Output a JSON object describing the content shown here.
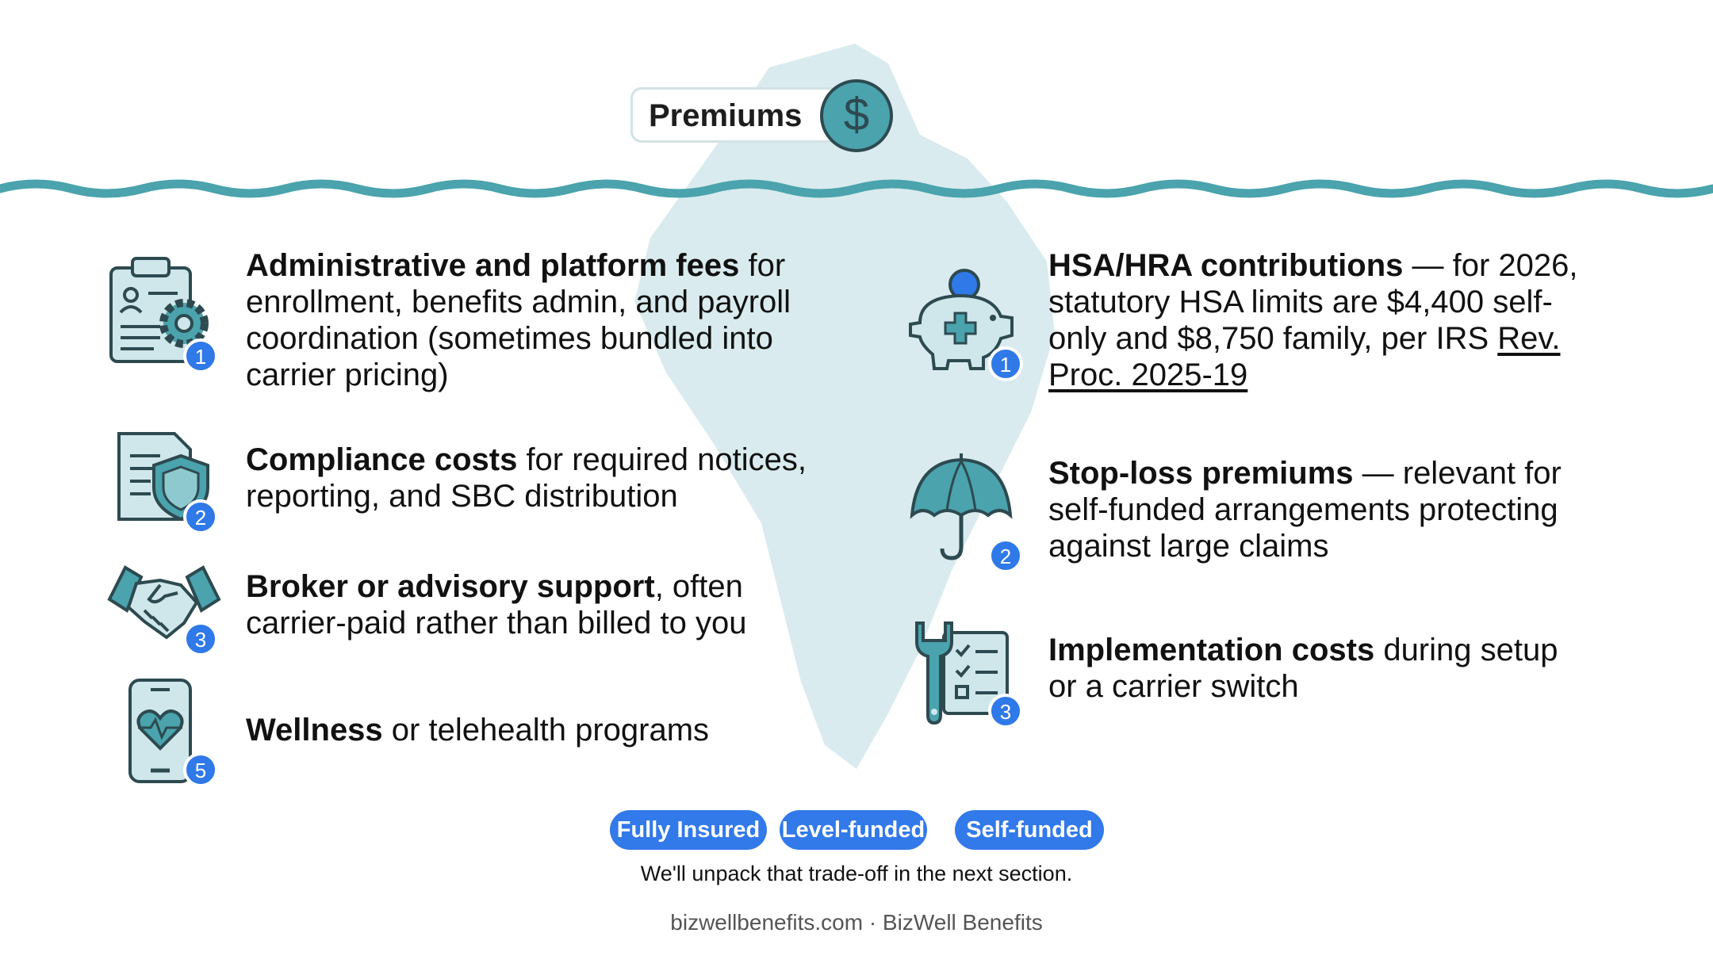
{
  "premiums": {
    "label": "Premiums",
    "icon": "dollar-icon"
  },
  "colors": {
    "teal": "#4aa3ad",
    "iceberg": "#d9ebee",
    "icon_dark": "#2d4a50",
    "badge": "#2f79e8",
    "pill": "#3279ea"
  },
  "left_items": [
    {
      "icon": "clipboard-gear-icon",
      "badge": "1",
      "bold": "Administrative and platform fees",
      "rest": " for enrollment, benefits admin, and payroll coordination (sometimes bundled into carrier pricing)"
    },
    {
      "icon": "document-shield-icon",
      "badge": "2",
      "bold": "Compliance costs",
      "rest": " for required notices, reporting, and SBC distribution"
    },
    {
      "icon": "handshake-icon",
      "badge": "3",
      "bold": "Broker or advisory support",
      "rest": ", often carrier-paid rather than billed to you"
    },
    {
      "icon": "phone-heart-icon",
      "badge": "5",
      "bold": "Wellness",
      "rest": " or telehealth programs"
    }
  ],
  "right_items": [
    {
      "icon": "piggy-bank-icon",
      "badge": "1",
      "bold": "HSA/HRA contributions",
      "rest": " — for 2026, statutory HSA limits are $4,400 self-only and $8,750 family, per IRS ",
      "link": "Rev. Proc. 2025-19"
    },
    {
      "icon": "umbrella-icon",
      "badge": "2",
      "bold": "Stop-loss premiums",
      "rest": " — relevant for self-funded arrangements protecting against large claims"
    },
    {
      "icon": "wrench-checklist-icon",
      "badge": "3",
      "bold": "Implementation costs",
      "rest": " during setup or a carrier switch"
    }
  ],
  "tags": [
    "Fully Insured",
    "Level-funded",
    "Self-funded"
  ],
  "note": "We'll unpack that trade-off in the next section.",
  "footer": "bizwellbenefits.com · BizWell Benefits"
}
